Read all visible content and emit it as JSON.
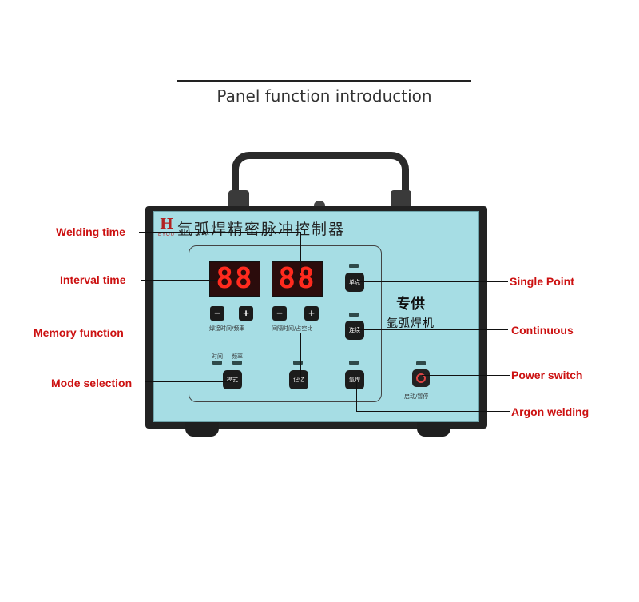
{
  "heading": "Panel function introduction",
  "device": {
    "logo": "H",
    "logo_sub": "EYOU",
    "brand_title": "氩弧焊精密脉冲控制器",
    "display_left": "88",
    "display_right": "88",
    "btn_minus": "−",
    "btn_plus": "+",
    "caption_left": "焊接时间/频率",
    "caption_right": "间隔时间/占空比",
    "led_label_time": "时间",
    "led_label_freq": "频率",
    "btn_mode": "模式",
    "btn_memory": "记忆",
    "btn_argon": "氩焊",
    "btn_single": "单点",
    "btn_continuous": "连续",
    "special_title": "专供",
    "special_sub": "氩弧焊机",
    "power_caption": "启动/暂停"
  },
  "labels": {
    "welding_time": "Welding time",
    "interval_time": "Interval time",
    "memory_function": "Memory function",
    "mode_selection": "Mode selection",
    "single_point": "Single Point",
    "continuous": "Continuous",
    "power_switch": "Power switch",
    "argon_welding": "Argon welding"
  },
  "colors": {
    "panel": "#a6dde4",
    "label_red": "#cc1111",
    "display_red": "#ff2a1e"
  }
}
